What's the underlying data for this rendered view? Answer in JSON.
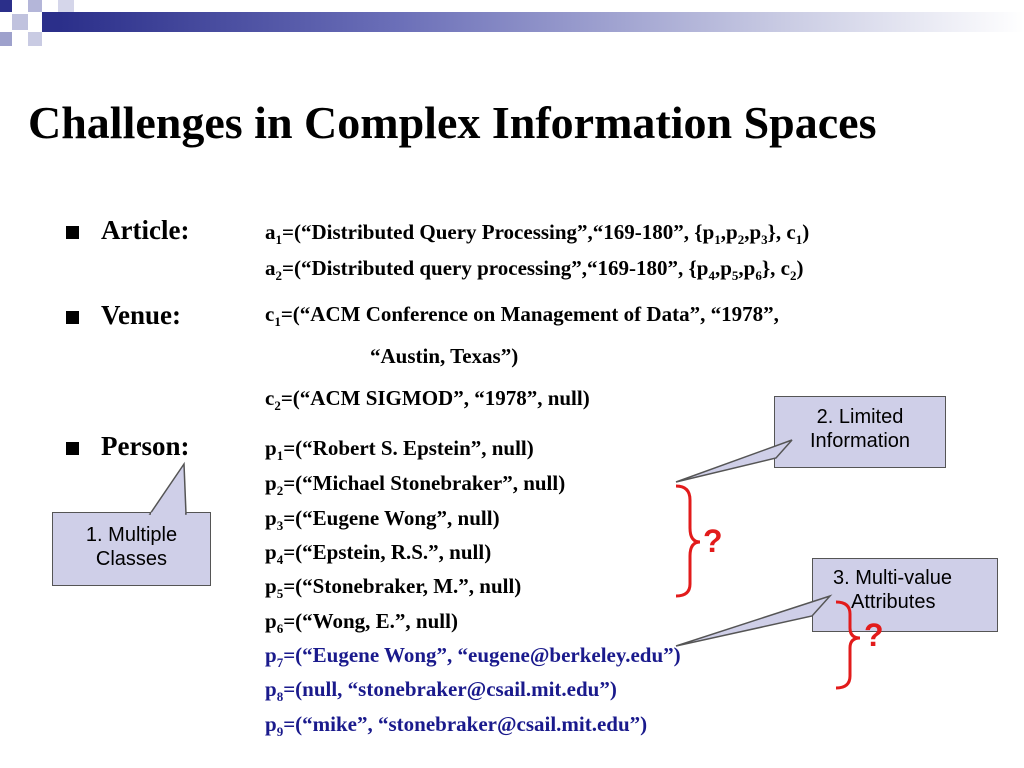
{
  "slide": {
    "title": "Challenges in Complex Information Spaces",
    "colors": {
      "bullet": "#000000",
      "blue_text": "#1a1a8c",
      "callout_fill": "#cfcfe8",
      "bracket": "#e21b1b"
    },
    "sections": {
      "article": {
        "label": "Article:"
      },
      "venue": {
        "label": "Venue:"
      },
      "person": {
        "label": "Person:"
      }
    },
    "callouts": {
      "multiple_classes": {
        "line1": "1. Multiple",
        "line2": "Classes"
      },
      "limited_info": {
        "line1": "2. Limited",
        "line2": "Information"
      },
      "multi_value": {
        "line1": "3. Multi-value",
        "line2": "Attributes"
      }
    },
    "question_mark": "?"
  }
}
